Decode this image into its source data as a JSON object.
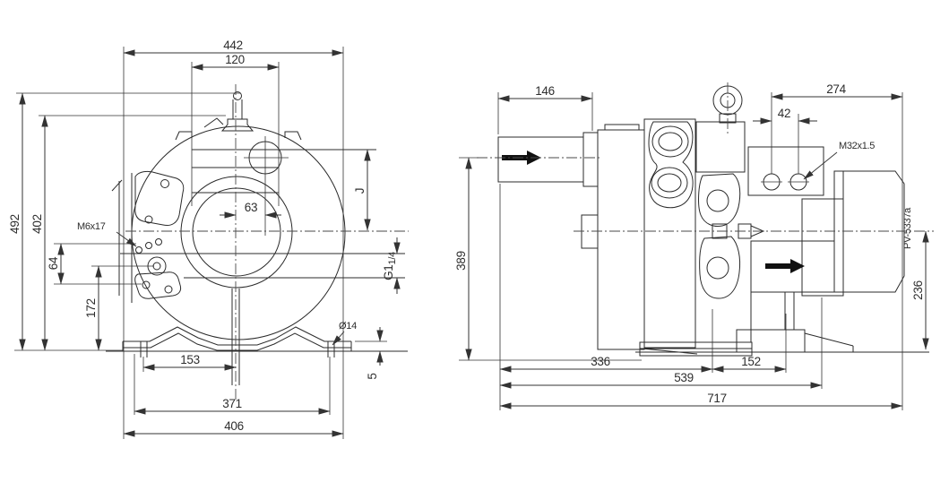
{
  "front_view": {
    "dims": {
      "overall_width": "442",
      "top_port_width": "120",
      "overall_height": "492",
      "height_402": "402",
      "hole_spacing_64": "64",
      "height_172": "172",
      "center_offset_63": "63",
      "dim_j": "J",
      "foot_hole_pitch_153": "153",
      "foot_span_371": "371",
      "base_width_406": "406",
      "foot_thickness_5": "5"
    },
    "labels": {
      "screw_thread": "M6x17",
      "port_thread_main": "G1",
      "port_thread_sub": "1/4",
      "foot_hole_dia": "Ø14"
    }
  },
  "side_view": {
    "dims": {
      "shaft_length_146": "146",
      "span_274": "274",
      "gland_spacing_42": "42",
      "height_389": "389",
      "axis_height_236": "236",
      "foot_336": "336",
      "foot_152": "152",
      "length_539": "539",
      "overall_length_717": "717"
    },
    "labels": {
      "gland_thread": "M32x1.5",
      "part_number": "PV-5337a"
    }
  }
}
